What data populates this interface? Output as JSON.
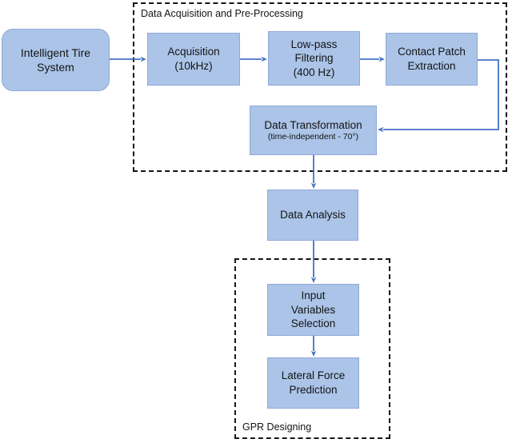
{
  "colors": {
    "node_fill": "#abc4e8",
    "node_border": "#8fa9d9",
    "arrow": "#4472c4",
    "group_border": "#141414",
    "text": "#141414",
    "background": "#ffffff"
  },
  "groups": {
    "preprocessing": {
      "label": "Data Acquisition and Pre-Processing"
    },
    "gpr": {
      "label": "GPR Designing"
    }
  },
  "nodes": {
    "intelligent_tire_system": {
      "label": "Intelligent Tire\nSystem"
    },
    "acquisition": {
      "label": "Acquisition\n(10kHz)"
    },
    "low_pass_filtering": {
      "label": "Low-pass\nFiltering\n(400 Hz)"
    },
    "contact_patch_extraction": {
      "label": "Contact Patch\nExtraction"
    },
    "data_transformation": {
      "label": "Data Transformation",
      "sublabel": "(time-independent - 70°)"
    },
    "data_analysis": {
      "label": "Data Analysis"
    },
    "input_variables_selection": {
      "label": "Input\nVariables\nSelection"
    },
    "lateral_force_prediction": {
      "label": "Lateral Force\nPrediction"
    }
  }
}
